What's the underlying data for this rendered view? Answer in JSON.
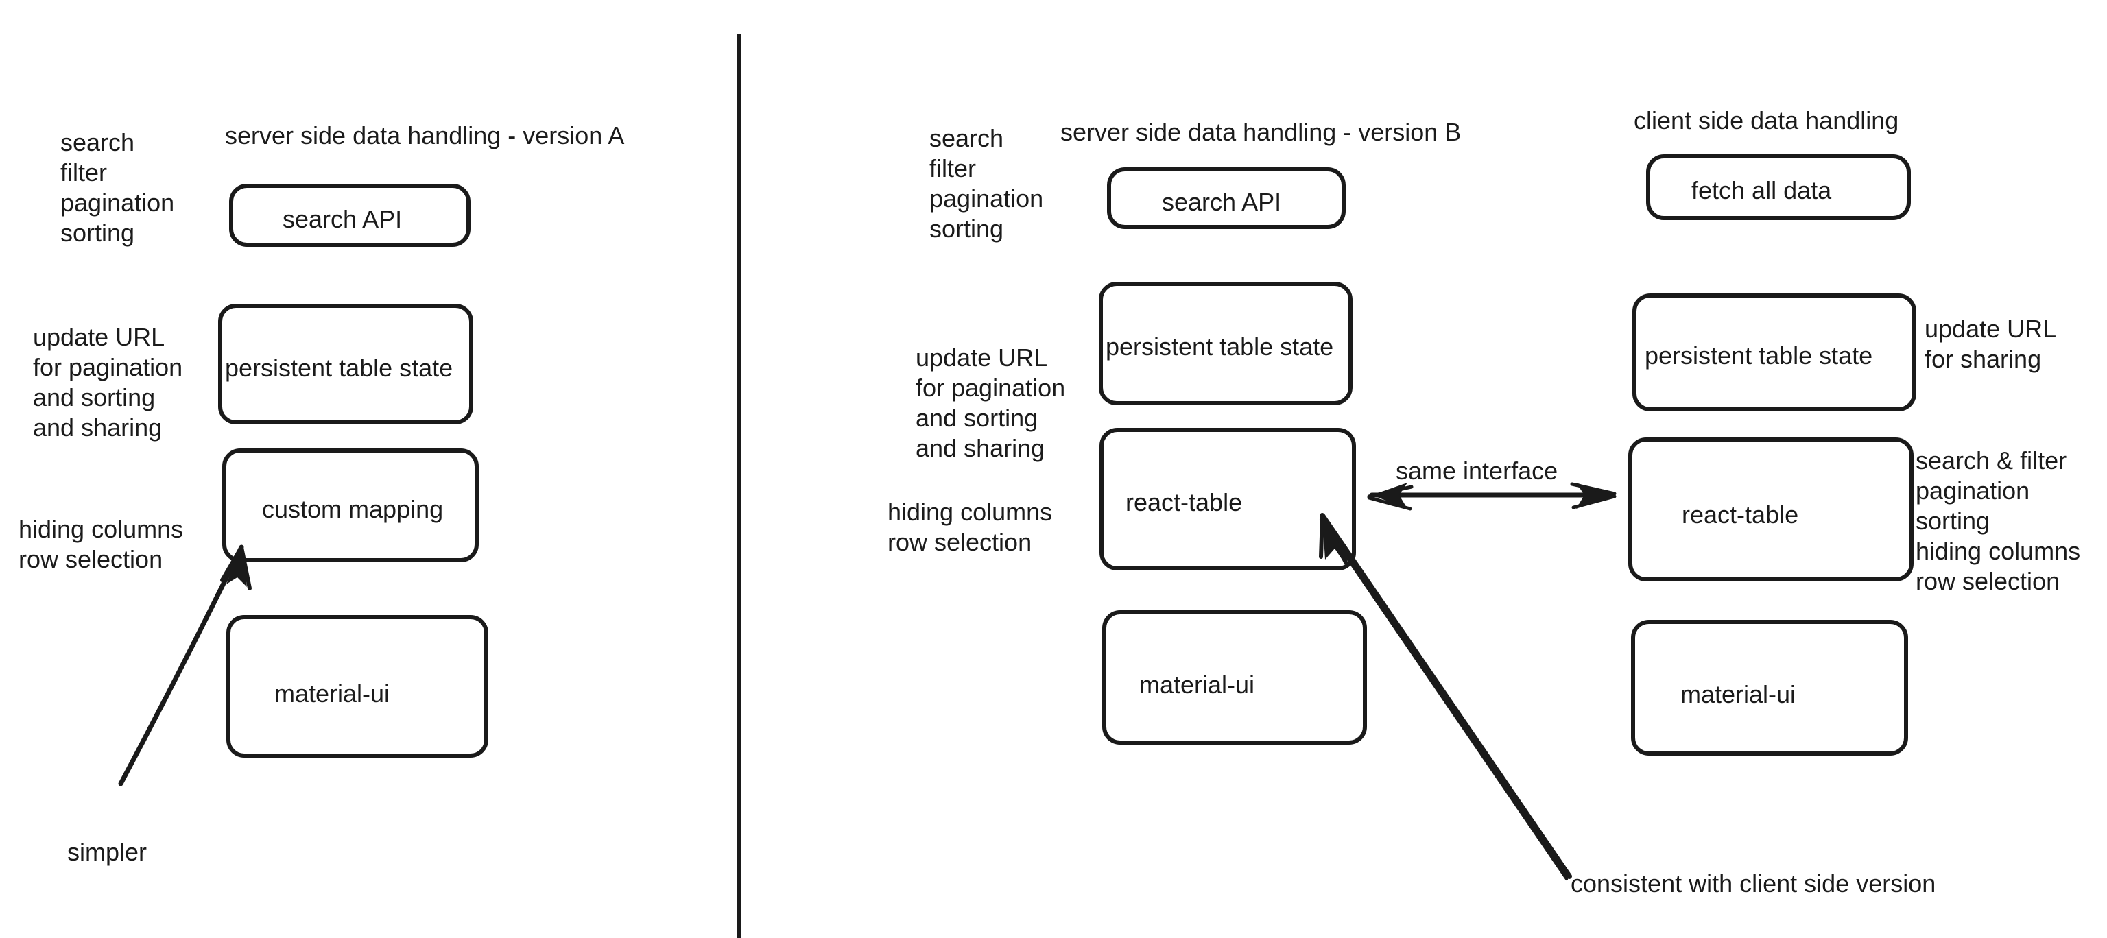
{
  "diagram": {
    "panels": [
      {
        "id": "version-a",
        "title": "server side data handling - version A",
        "side_notes": [
          {
            "id": "note-search-a",
            "text": "search\nfilter\npagination\nsorting"
          },
          {
            "id": "note-url-a",
            "text": "update URL\nfor pagination\nand sorting\nand sharing"
          },
          {
            "id": "note-hiding-a",
            "text": "hiding columns\nrow selection"
          }
        ],
        "boxes": [
          {
            "id": "box-search-api-a",
            "label": "search API"
          },
          {
            "id": "box-persistent-a",
            "label": "persistent table state"
          },
          {
            "id": "box-custom-mapping-a",
            "label": "custom mapping"
          },
          {
            "id": "box-material-ui-a",
            "label": "material-ui"
          }
        ],
        "annotations": [
          {
            "id": "annotation-simpler",
            "text": "simpler"
          }
        ]
      },
      {
        "id": "version-b",
        "title": "server side data handling - version B",
        "side_notes": [
          {
            "id": "note-search-b",
            "text": "search\nfilter\npagination\nsorting"
          },
          {
            "id": "note-url-b",
            "text": "update URL\nfor pagination\nand sorting\nand sharing"
          },
          {
            "id": "note-hiding-b",
            "text": "hiding columns\nrow selection"
          }
        ],
        "boxes": [
          {
            "id": "box-search-api-b",
            "label": "search API"
          },
          {
            "id": "box-persistent-b",
            "label": "persistent table state"
          },
          {
            "id": "box-react-table-b",
            "label": "react-table"
          },
          {
            "id": "box-material-ui-b",
            "label": "material-ui"
          }
        ],
        "annotations": [
          {
            "id": "annotation-consistent",
            "text": "consistent with client side version"
          }
        ]
      },
      {
        "id": "client-side",
        "title": "client side data handling",
        "side_notes": [
          {
            "id": "note-url-client",
            "text": "update URL\nfor sharing"
          },
          {
            "id": "note-features-client",
            "text": "search & filter\npagination\nsorting\nhiding columns\nrow selection"
          }
        ],
        "boxes": [
          {
            "id": "box-fetch-all-data",
            "label": "fetch all data"
          },
          {
            "id": "box-persistent-client",
            "label": "persistent table state"
          },
          {
            "id": "box-react-table-client",
            "label": "react-table"
          },
          {
            "id": "box-material-ui-client",
            "label": "material-ui"
          }
        ],
        "annotations": []
      }
    ],
    "connectors": [
      {
        "id": "connector-same-interface",
        "label": "same interface",
        "style": "double-arrow"
      }
    ],
    "colors": {
      "ink": "#1a1a1a",
      "background": "#ffffff"
    }
  }
}
